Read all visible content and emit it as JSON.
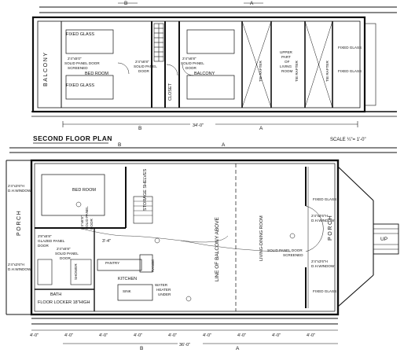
{
  "title": "SECOND FLOOR PLAN",
  "scale": "SCALE ¼\"= 1'-0\"",
  "section_marks": {
    "a": "A",
    "b": "B"
  },
  "second_floor": {
    "balcony_side": "BALCONY",
    "rooms": {
      "bed_room": "BED ROOM",
      "closet": "CLOSET",
      "balcony": "BALCONY",
      "upper_living": [
        "UPPER",
        "PART",
        "OF",
        "LIVING",
        "ROOM"
      ],
      "tie_rafter": "TIE RAFTER"
    },
    "fixed_glass": "FIXED GLASS",
    "door_left": [
      "2'4\"x5'0\"",
      "SOLID PANEL DOOR",
      "SCREENED"
    ],
    "door_center": [
      "2'4\"x6'8\"",
      "SOLID PANEL",
      "DOOR"
    ],
    "door_right": [
      "2'4\"x6'8\"",
      "SOLID PANEL",
      "DOOR"
    ],
    "dimension": "34'-0\""
  },
  "first_floor": {
    "porch": "PORCH",
    "rooms": {
      "bed_room": "BED ROOM",
      "living_dining": "LIVING-DINING ROOM",
      "bath": "BATH",
      "kitchen": "KITCHEN",
      "storage_shelves": "STORAGE SHELVES",
      "line_of_balcony": "LINE OF BALCONY ABOVE",
      "water_heater": [
        "WATER",
        "HEATER",
        "UNDER"
      ],
      "floor_locker": "FLOOR LOCKER 18\"HIGH",
      "range": "RANGE",
      "sink": "SINK",
      "shower": "SHOWER",
      "pantry": "PANTRY"
    },
    "fixed_glass": "FIXED GLASS",
    "dh_window": [
      "2'4\"x3'6\"H",
      "D.H.WINDOW"
    ],
    "door_bed": [
      "2'4\"x6'8\"",
      "SOLID PANEL",
      "DOOR"
    ],
    "door_bath": [
      "2'4\"x6'8\"",
      "SOLID PANEL",
      "DOOR"
    ],
    "door_entry_left": [
      "2'8\"x6'8\"",
      "GLAZED PANEL",
      "DOOR"
    ],
    "door_entry_right": [
      "SOLID PANEL DOOR",
      "SCREENED"
    ],
    "up": "UP",
    "dim_mid": "3'-4\"",
    "bottom_dimension": "36'-0\"",
    "span_labels": [
      "4'-0\"",
      "4'-0\"",
      "4'-0\"",
      "4'-0\"",
      "4'-0\"",
      "4'-0\"",
      "4'-0\"",
      "4'-0\"",
      "4'-0\""
    ]
  }
}
